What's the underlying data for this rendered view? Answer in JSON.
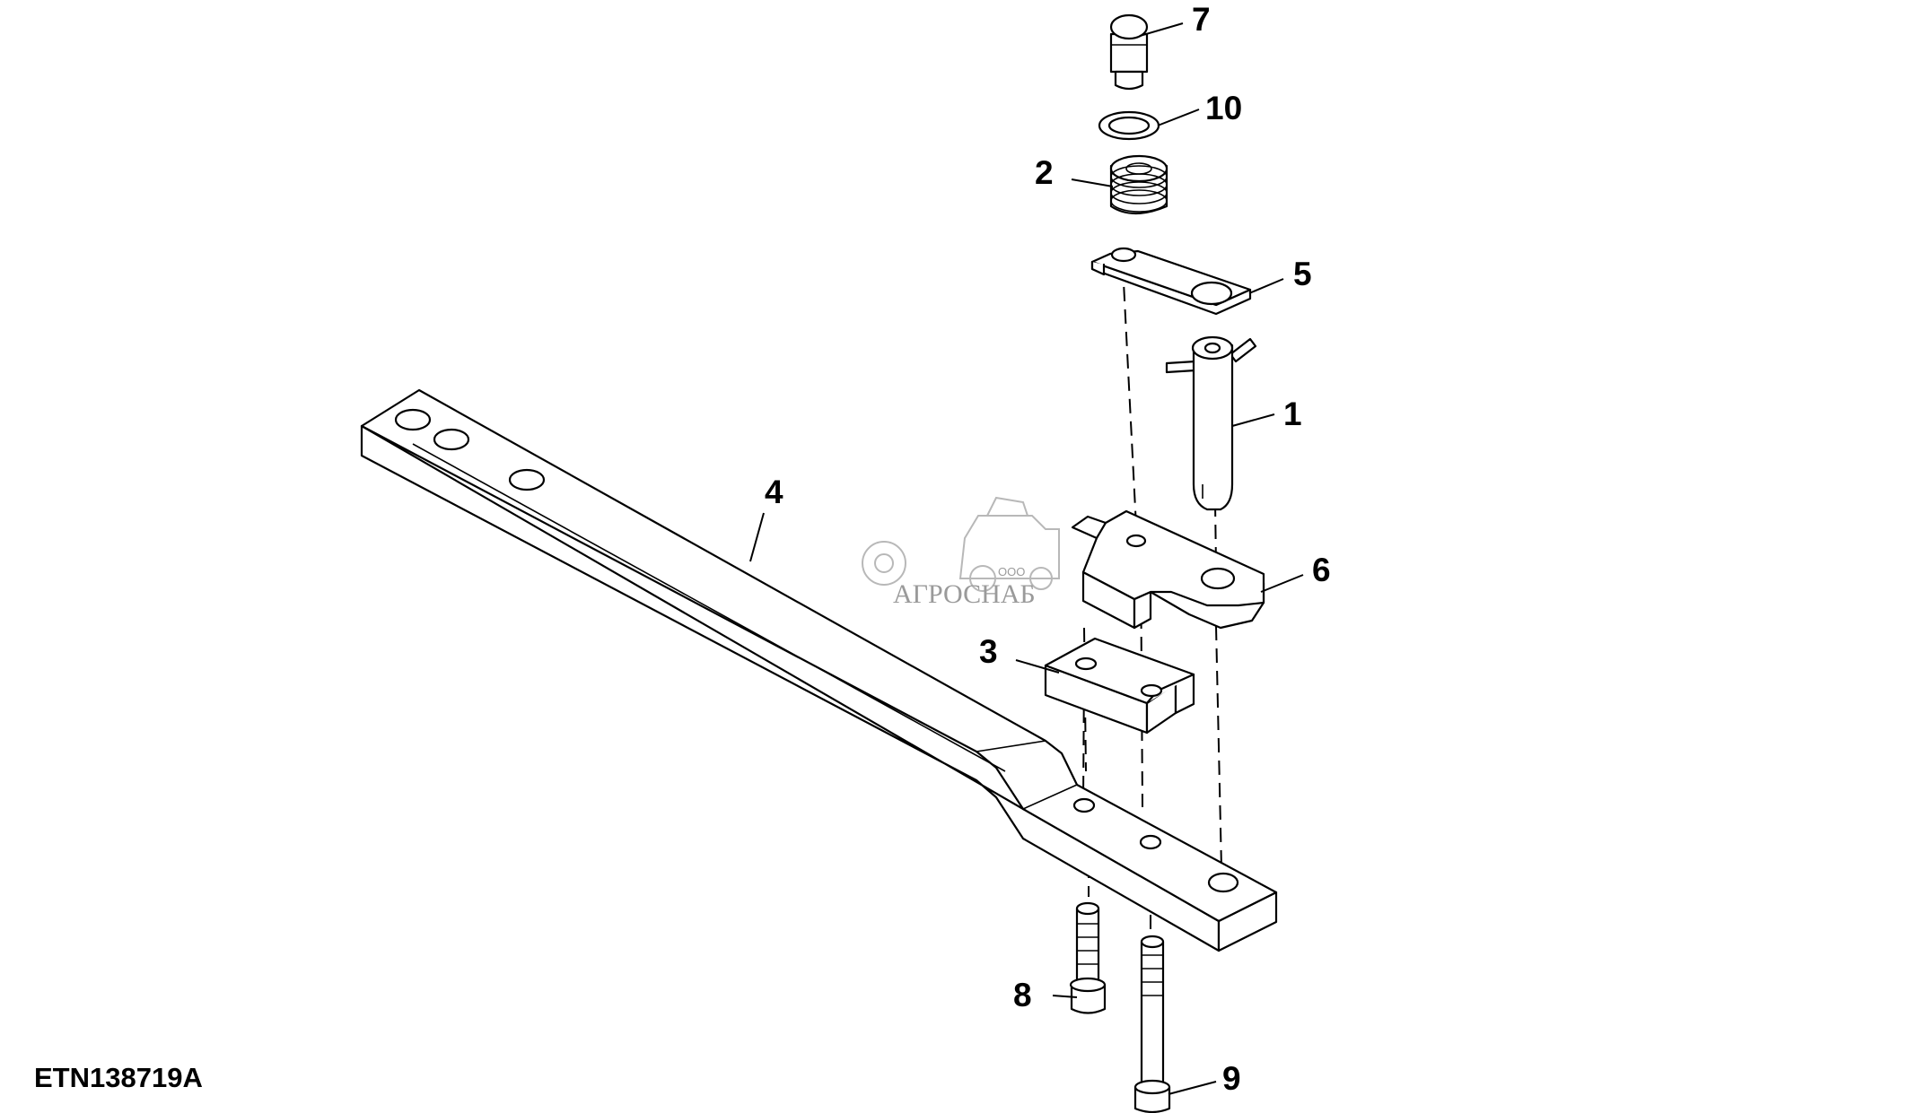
{
  "figure_id": "ETN138719A",
  "watermark": {
    "company_prefix": "ООО",
    "company_name": "АГРОСНАБ"
  },
  "callouts": [
    {
      "part": "pin",
      "label": "1"
    },
    {
      "part": "spring",
      "label": "2"
    },
    {
      "part": "spacer",
      "label": "3"
    },
    {
      "part": "drawbar",
      "label": "4"
    },
    {
      "part": "retainer-plate",
      "label": "5"
    },
    {
      "part": "clevis",
      "label": "6"
    },
    {
      "part": "cap-screw",
      "label": "7"
    },
    {
      "part": "bolt-short",
      "label": "8"
    },
    {
      "part": "bolt-long",
      "label": "9"
    },
    {
      "part": "washer",
      "label": "10"
    }
  ]
}
